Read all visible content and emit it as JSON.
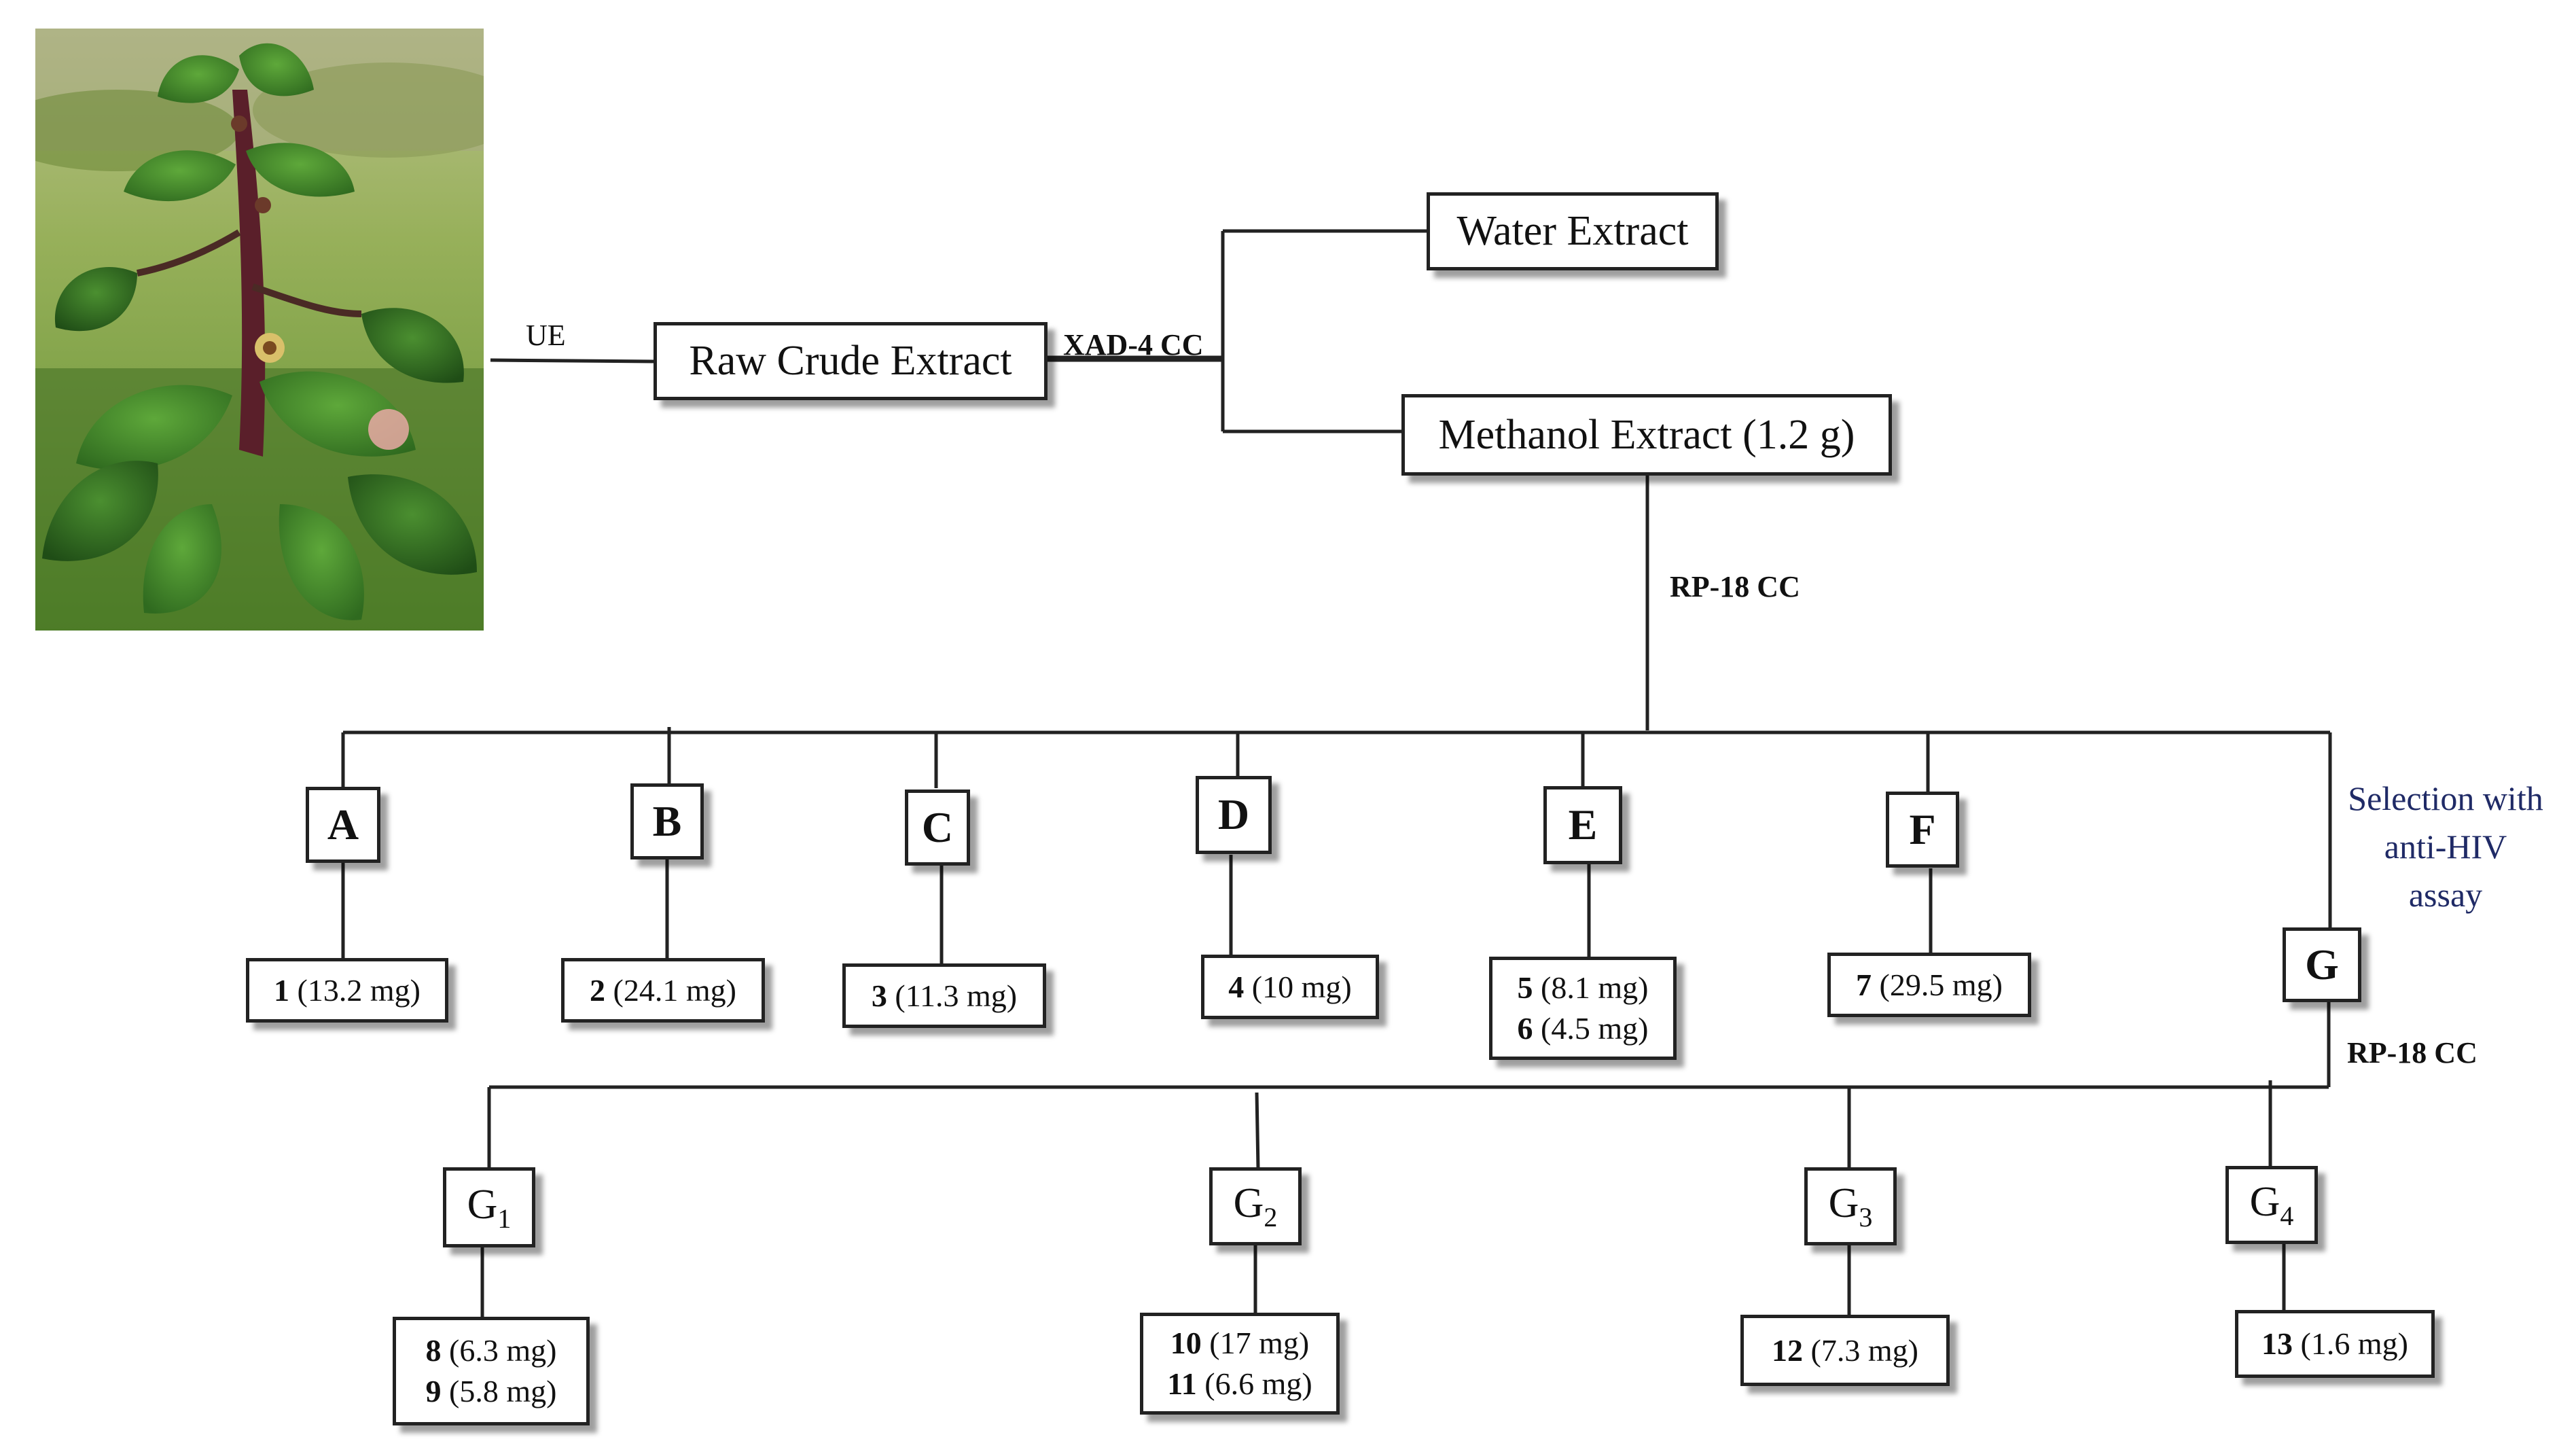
{
  "photo": {
    "description_icon": "plant-photo"
  },
  "labels": {
    "ue": "UE",
    "xad4": "XAD-4 CC",
    "rp18_top": "RP-18 CC",
    "rp18_g": "RP-18 CC",
    "selection_line1": "Selection with",
    "selection_line2": "anti-HIV",
    "selection_line3": "assay"
  },
  "nodes": {
    "raw": "Raw Crude Extract",
    "water": "Water Extract",
    "methanol": "Methanol Extract (1.2 g)"
  },
  "fractions": [
    {
      "id": "A",
      "yields": [
        {
          "num": "1",
          "amount": "(13.2 mg)"
        }
      ]
    },
    {
      "id": "B",
      "yields": [
        {
          "num": "2",
          "amount": "(24.1 mg)"
        }
      ]
    },
    {
      "id": "C",
      "yields": [
        {
          "num": "3",
          "amount": "(11.3 mg)"
        }
      ]
    },
    {
      "id": "D",
      "yields": [
        {
          "num": "4",
          "amount": "(10 mg)"
        }
      ]
    },
    {
      "id": "E",
      "yields": [
        {
          "num": "5",
          "amount": "(8.1 mg)"
        },
        {
          "num": "6",
          "amount": "(4.5 mg)"
        }
      ]
    },
    {
      "id": "F",
      "yields": [
        {
          "num": "7",
          "amount": "(29.5 mg)"
        }
      ]
    }
  ],
  "g_fraction": "G",
  "subfractions": [
    {
      "base": "G",
      "sub": "1",
      "yields": [
        {
          "num": "8",
          "amount": "(6.3 mg)"
        },
        {
          "num": "9",
          "amount": "(5.8 mg)"
        }
      ]
    },
    {
      "base": "G",
      "sub": "2",
      "yields": [
        {
          "num": "10",
          "amount": "(17 mg)"
        },
        {
          "num": "11",
          "amount": "(6.6 mg)"
        }
      ]
    },
    {
      "base": "G",
      "sub": "3",
      "yields": [
        {
          "num": "12",
          "amount": "(7.3 mg)"
        }
      ]
    },
    {
      "base": "G",
      "sub": "4",
      "yields": [
        {
          "num": "13",
          "amount": "(1.6 mg)"
        }
      ]
    }
  ],
  "colors": {
    "line": "#222222",
    "selection_text": "#1f2a66"
  }
}
